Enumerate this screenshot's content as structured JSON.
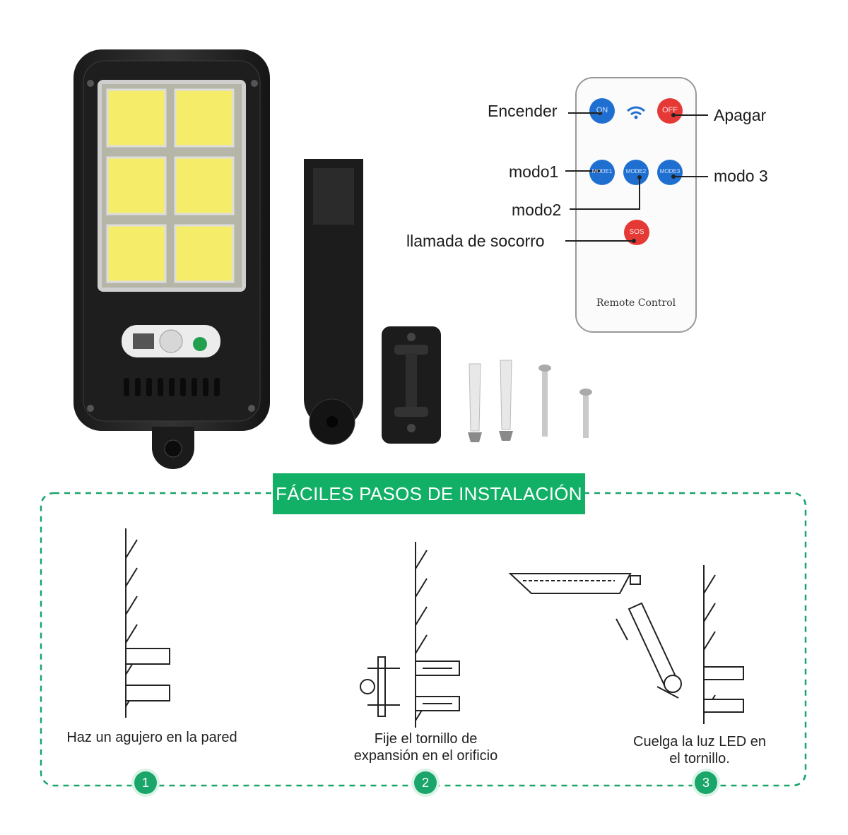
{
  "remote": {
    "label_on_device": "Remote Control",
    "btn_on": "ON",
    "btn_off": "OFF",
    "btn_mode1": "MODE1",
    "btn_mode2": "MODE2",
    "btn_mode3": "MODE3",
    "btn_sos": "SOS",
    "labels": {
      "on": "Encender",
      "off": "Apagar",
      "mode1": "modo1",
      "mode2": "modo2",
      "mode3": "modo 3",
      "sos": "llamada de socorro"
    }
  },
  "install": {
    "title": "FÁCILES PASOS DE INSTALACIÓN",
    "steps": [
      {
        "number": "1",
        "text": "Haz un agujero en la pared"
      },
      {
        "number": "2",
        "text_line1": "Fije el tornillo de",
        "text_line2": "expansión en el orificio"
      },
      {
        "number": "3",
        "text_line1": "Cuelga la luz LED en",
        "text_line2": "el tornillo."
      }
    ]
  },
  "colors": {
    "accent_green": "#12b066",
    "led_yellow": "#f5ec6a",
    "remote_blue": "#1f6fd1",
    "remote_red": "#e53935"
  }
}
